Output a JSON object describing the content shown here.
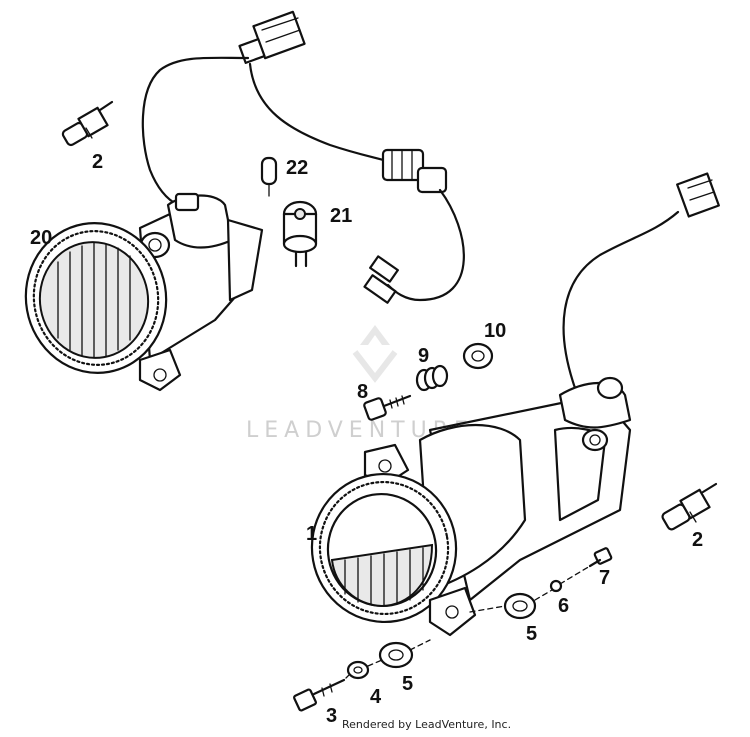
{
  "watermark": "LEADVENTURE",
  "footer": "Rendered by LeadVenture, Inc.",
  "callouts": {
    "bulb_left": "2",
    "bulb_right": "2",
    "bulb_small": "22",
    "socket": "21",
    "fog_lamp_left": "20",
    "fog_lamp_right": "1",
    "screw_8": "8",
    "spring": "9",
    "grommet_10": "10",
    "grommet_5a": "5",
    "grommet_5b": "5",
    "washer_6": "6",
    "bolt_7": "7",
    "bolt_3": "3",
    "washer_4": "4"
  }
}
